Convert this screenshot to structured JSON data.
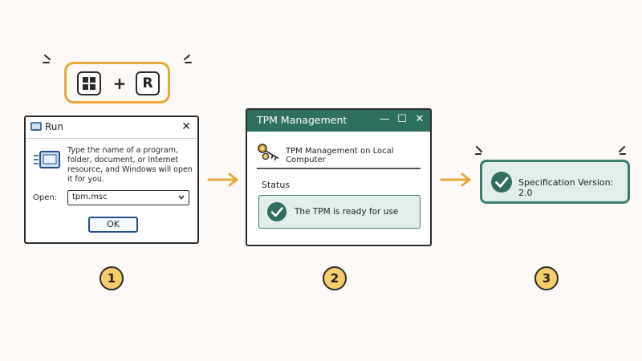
{
  "shortcut": {
    "plus": "+",
    "key_r": "R",
    "win_icon": "windows-logo-icon"
  },
  "run_dialog": {
    "title": "Run",
    "close": "✕",
    "description": "Type the name of a program, folder, document, or Internet resource, and Windows will open it for you.",
    "open_label": "Open:",
    "input_value": "tpm.msc",
    "ok_label": "OK"
  },
  "tpm_window": {
    "title": "TPM Management",
    "heading": "TPM Management on Local Computer",
    "status_label": "Status",
    "status_text": "The TPM is ready for use",
    "controls": {
      "minimize": "—",
      "maximize": "☐",
      "close": "✕"
    }
  },
  "spec_badge": {
    "text": "Specification Version: 2.0"
  },
  "steps": [
    "1",
    "2",
    "3"
  ],
  "colors": {
    "accent_orange": "#e8a838",
    "teal": "#2f6f60",
    "teal_light": "#e2eeea",
    "step_yellow": "#f5cd6a",
    "ok_blue": "#1e4f8c"
  }
}
